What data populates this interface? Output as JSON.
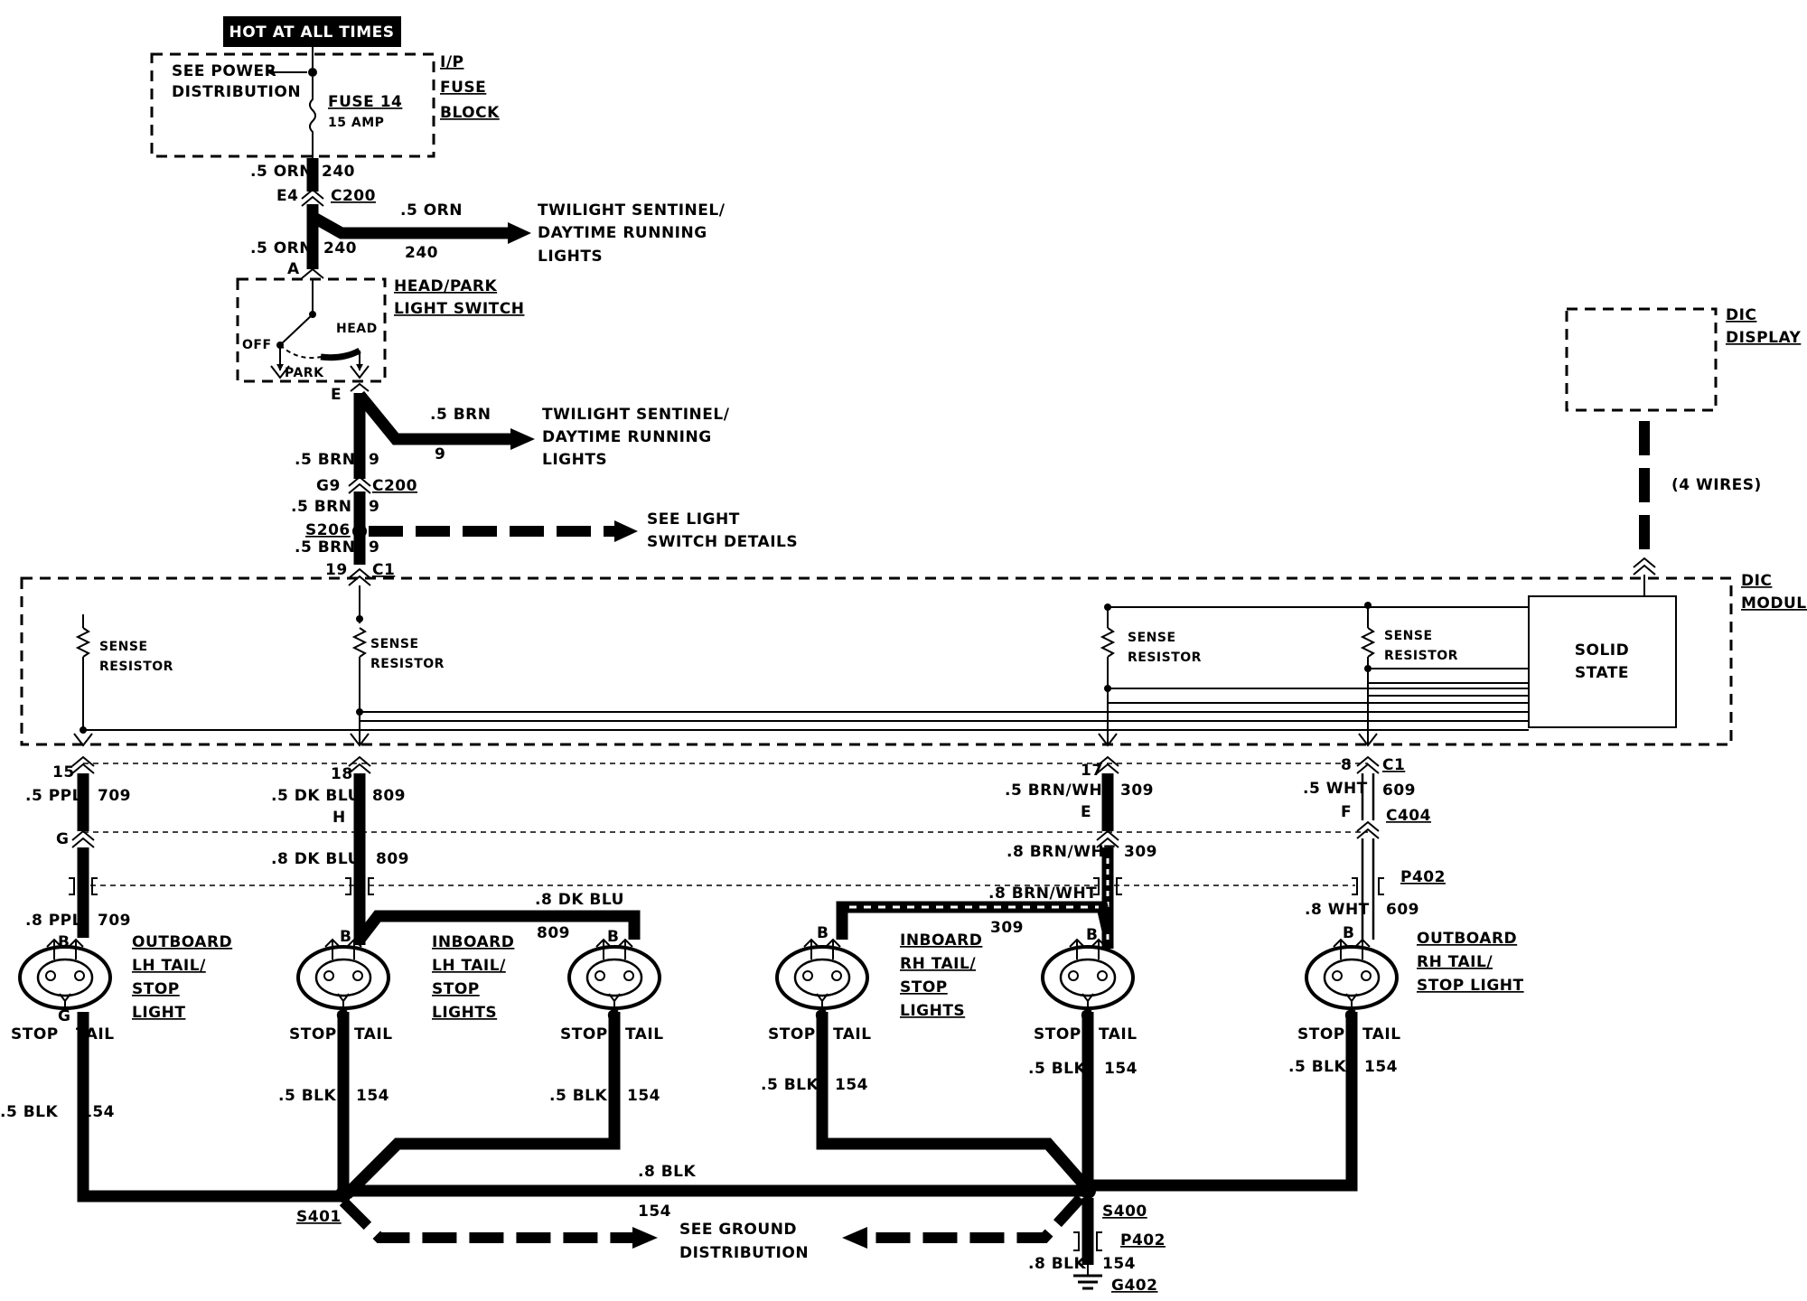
{
  "hot_at_all_times": "HOT AT ALL TIMES",
  "fuse_block": {
    "see_power": "SEE POWER",
    "distribution": "DISTRIBUTION",
    "fuse": "FUSE 14",
    "amp": "15 AMP",
    "label": [
      "I/P",
      "FUSE",
      "BLOCK"
    ]
  },
  "feed": {
    "wire_top": ".5 ORN",
    "circuit_top": "240",
    "pin_e4": "E4",
    "conn_c200": "C200",
    "wire_branch": ".5 ORN",
    "circuit_branch": "240",
    "wire_mid": ".5 ORN",
    "circuit_mid": "240",
    "pin_a": "A",
    "twilight_1": [
      "TWILIGHT SENTINEL/",
      "DAYTIME RUNNING",
      "LIGHTS"
    ]
  },
  "switch": {
    "label": [
      "HEAD/PARK",
      "LIGHT SWITCH"
    ],
    "off": "OFF",
    "head": "HEAD",
    "park": "PARK",
    "pin_e": "E"
  },
  "brown": {
    "wire_branch": ".5 BRN",
    "circuit_branch": "9",
    "twilight_2": [
      "TWILIGHT SENTINEL/",
      "DAYTIME RUNNING",
      "LIGHTS"
    ],
    "w1": ".5 BRN",
    "c1": "9",
    "pin_g9": "G9",
    "conn_c200": "C200",
    "w2": ".5 BRN",
    "c2": "9",
    "splice": "S206",
    "w3": ".5 BRN",
    "c3": "9",
    "pin_19": "19",
    "conn_c1": "C1",
    "see_light": [
      "SEE LIGHT",
      "SWITCH DETAILS"
    ]
  },
  "dic": {
    "display": [
      "DIC",
      "DISPLAY"
    ],
    "wires": "(4 WIRES)",
    "module": [
      "DIC",
      "MODULE"
    ],
    "solid_state": [
      "SOLID",
      "STATE"
    ],
    "sense": [
      "SENSE",
      "RESISTOR"
    ]
  },
  "branch_lh_out": {
    "pin": "15",
    "wire1": ".5 PPL",
    "circ1": "709",
    "pin_g": "G",
    "wire2": ".8 PPL",
    "circ2": "709",
    "pin_b": "B"
  },
  "branch_lh_in": {
    "pin": "18",
    "wire1": ".5 DK BLU",
    "circ1": "809",
    "pin_h": "H",
    "wire2": ".8 DK BLU",
    "circ2": "809",
    "pin_b": "B",
    "wire3": ".8 DK BLU",
    "circ3": "809"
  },
  "branch_rh_in": {
    "pin": "17",
    "wire1": ".5 BRN/WHT",
    "circ1": "309",
    "pin_e": "E",
    "wire2": ".8 BRN/WHT",
    "circ2": "309",
    "wire3": ".8 BRN/WHT",
    "circ3": "309",
    "pin_b": "B"
  },
  "branch_rh_out": {
    "pin": "8",
    "conn_c1": "C1",
    "wire1": ".5 WHT",
    "circ1": "609",
    "pin_f": "F",
    "conn_c404": "C404",
    "conn_p402": "P402",
    "wire2": ".8 WHT",
    "circ2": "609",
    "pin_b": "B"
  },
  "lamps": {
    "lh_outboard": [
      "OUTBOARD",
      "LH TAIL/",
      "STOP",
      "LIGHT"
    ],
    "lh_inboard": [
      "INBOARD",
      "LH TAIL/",
      "STOP",
      "LIGHTS"
    ],
    "rh_inboard": [
      "INBOARD",
      "RH TAIL/",
      "STOP",
      "LIGHTS"
    ],
    "rh_outboard": [
      "OUTBOARD",
      "RH TAIL/",
      "STOP LIGHT"
    ],
    "stop": "STOP",
    "tail": "TAIL",
    "g": "G",
    "b": "B"
  },
  "ground": {
    "blk5": ".5 BLK",
    "c154": "154",
    "blk8": ".8 BLK",
    "s401": "S401",
    "s400": "S400",
    "p402": "P402",
    "g402": "G402",
    "see_ground": [
      "SEE GROUND",
      "DISTRIBUTION"
    ]
  }
}
